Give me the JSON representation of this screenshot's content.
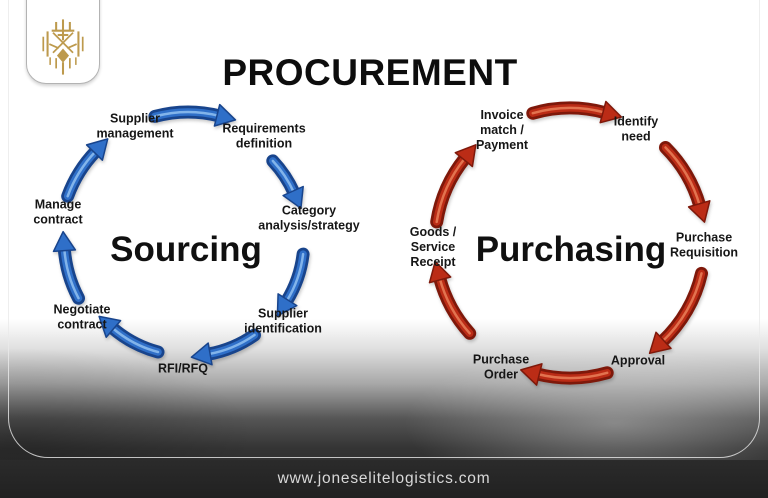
{
  "title": "PROCUREMENT",
  "sourcing": {
    "label": "Sourcing",
    "steps": [
      "Supplier\nmanagement",
      "Requirements\ndefinition",
      "Category\nanalysis/strategy",
      "Supplier\nidentification",
      "RFI/RFQ",
      "Negotiate\ncontract",
      "Manage\ncontract"
    ]
  },
  "purchasing": {
    "label": "Purchasing",
    "steps": [
      "Invoice\nmatch /\nPayment",
      "Identify\nneed",
      "Purchase\nRequisition",
      "Approval",
      "Purchase\nOrder",
      "Goods /\nService\nReceipt"
    ]
  },
  "footer": {
    "url": "www.joneselitelogistics.com"
  },
  "logo": {
    "icon": "lion-crest-icon",
    "color": "#bd9a4d"
  },
  "colors": {
    "sourcing_edge": "#18448c",
    "sourcing_body": "#2f6fc8",
    "sourcing_highlight": "#82b4ea",
    "purchasing_edge": "#7e180a",
    "purchasing_body": "#bb2c16",
    "purchasing_highlight": "#e2734f",
    "title_text": "#0d0d0d",
    "footer_bg": "#2b2b2b",
    "footer_text": "#d9d9d9"
  }
}
